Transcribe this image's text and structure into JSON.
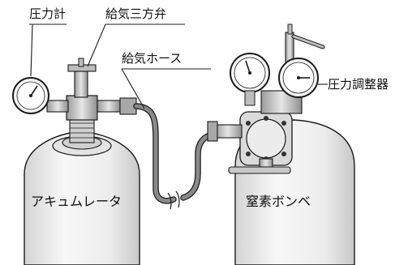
{
  "labels": {
    "pressure_gauge": "圧力計",
    "supply_valve": "給気三方弁",
    "supply_hose": "給気ホース",
    "pressure_regulator": "圧力調整器",
    "accumulator": "アキュムレータ",
    "nitrogen_cylinder": "窒素ボンベ"
  },
  "colors": {
    "line": "#1a1a1a",
    "cylinder_fill": "#f3f3f3",
    "cylinder_shade": "#cfcfcf",
    "hose": "#8a8a8a",
    "metal": "#bdbdbd",
    "background": "#ffffff"
  }
}
